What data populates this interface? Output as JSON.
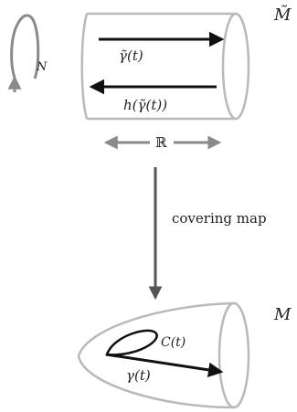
{
  "colors": {
    "surface_stroke": "#b9b9b9",
    "arrow_black": "#111111",
    "arrow_gray": "#8a8a8a",
    "map_arrow": "#555555",
    "text": "#222222"
  },
  "labels": {
    "covering_space": "M̃",
    "gamma_tilde": "γ̃(t)",
    "h_gamma_tilde": "h(γ̃(t))",
    "rotation_N": "N",
    "real_line": "ℝ",
    "covering_map": "covering map",
    "base_space": "M",
    "loop": "C(t)",
    "gamma": "γ(t)"
  },
  "icons": {
    "rotation": "circular-arrow-icon",
    "real_line": "double-arrow-icon",
    "map": "down-arrow-icon"
  }
}
